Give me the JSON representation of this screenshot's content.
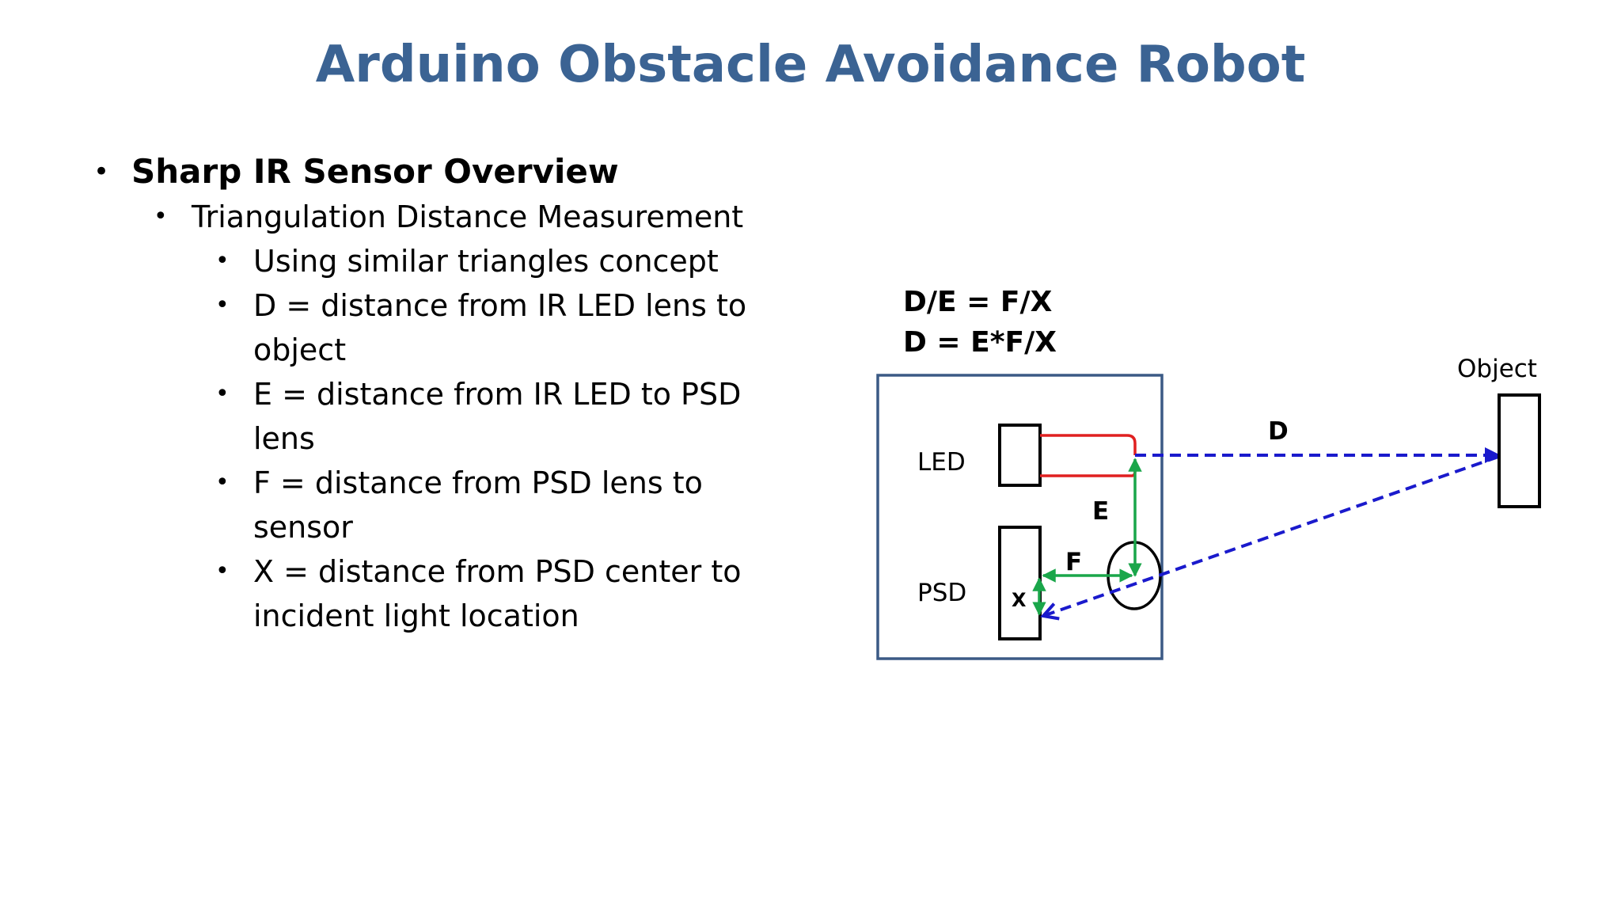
{
  "slide": {
    "title": "Arduino Obstacle Avoidance Robot",
    "bullets": {
      "heading": "Sharp IR Sensor Overview",
      "subheading": "Triangulation Distance Measurement",
      "points": [
        "Using similar triangles concept",
        "D = distance from IR LED lens to object",
        "E = distance from IR LED to PSD lens",
        "F = distance from PSD lens to sensor",
        "X = distance from PSD center to incident light location"
      ]
    }
  },
  "diagram": {
    "formula_1": "D/E = F/X",
    "formula_2": "D = E*F/X",
    "led_label": "LED",
    "psd_label": "PSD",
    "object_label": "Object",
    "label_d": "D",
    "label_e": "E",
    "label_f": "F",
    "label_x": "X",
    "colors": {
      "title": "#3b6393",
      "sensor_box": "#3b5a85",
      "emitted_beam": "#e02020",
      "dimension_lines": "#1aa64a",
      "light_path": "#1a1acc"
    }
  }
}
